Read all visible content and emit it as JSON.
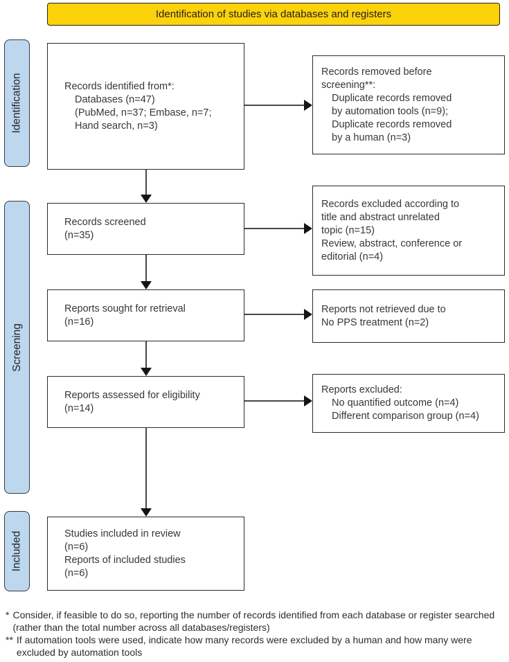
{
  "banner": {
    "title": "Identification of studies via databases and registers"
  },
  "stages": [
    {
      "label": "Identification"
    },
    {
      "label": "Screening"
    },
    {
      "label": "Included"
    }
  ],
  "boxes": {
    "records_identified": {
      "lines": [
        "Records identified from*:",
        "Databases (n=47)",
        "(PubMed, n=37; Embase, n=7;",
        "Hand search, n=3)"
      ]
    },
    "records_removed": {
      "lines": [
        "Records removed before",
        "screening**:",
        "Duplicate records removed",
        "by automation tools (n=9);",
        "Duplicate records removed",
        "by a human (n=3)"
      ]
    },
    "records_screened": {
      "lines": [
        "Records screened",
        "(n=35)"
      ]
    },
    "records_excluded": {
      "lines": [
        "Records excluded according to",
        "title and abstract unrelated",
        "topic (n=15)",
        "Review, abstract, conference or",
        "editorial (n=4)"
      ]
    },
    "reports_sought": {
      "lines": [
        "Reports sought for retrieval",
        "(n=16)"
      ]
    },
    "reports_not_retrieved": {
      "lines": [
        "Reports not retrieved due to",
        "No PPS treatment (n=2)"
      ]
    },
    "reports_assessed": {
      "lines": [
        "Reports assessed for eligibility",
        "(n=14)"
      ]
    },
    "reports_excluded": {
      "lines": [
        "Reports excluded:",
        "No quantified outcome (n=4)",
        "Different comparison group (n=4)"
      ]
    },
    "studies_included": {
      "lines": [
        "Studies included in review",
        "(n=6)",
        "Reports of included studies",
        "(n=6)"
      ]
    }
  },
  "footnotes": [
    {
      "marker": "*",
      "text": "Consider, if feasible to do so, reporting the number of records identified from each database or register searched (rather than the total number across all databases/registers)"
    },
    {
      "marker": "**",
      "text": "If automation tools were used, indicate how many records were excluded by a human and how many were excluded by automation tools"
    }
  ],
  "colors": {
    "banner_fill": "#fcd20a",
    "stage_fill": "#bdd7ee",
    "box_border": "#231f20",
    "arrow": "#4b4646"
  }
}
